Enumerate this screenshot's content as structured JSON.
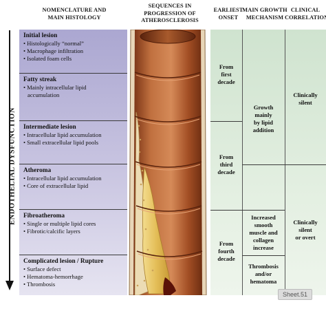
{
  "headers": {
    "nomenclature": [
      "NOMENCLATURE AND",
      "MAIN HISTOLOGY"
    ],
    "sequences": [
      "SEQUENCES IN",
      "PROGRESSION OF",
      "ATHEROSCLEROSIS"
    ],
    "onset": [
      "EARLIEST",
      "ONSET"
    ],
    "growth": [
      "MAIN GROWTH",
      "MECHANISM"
    ],
    "clinical": [
      "CLINICAL",
      "CORRELATION"
    ]
  },
  "side_label": "ENDOTHELIAL DYSFUNCTION",
  "stages": [
    {
      "title": "Initial lesion",
      "lines": [
        "• Histologically “normal”",
        "• Macrophage infiltration",
        "• Isolated foam cells"
      ]
    },
    {
      "title": "Fatty streak",
      "lines": [
        "• Mainly intracellular lipid",
        "accumulation"
      ]
    },
    {
      "title": "Intermediate lesion",
      "lines": [
        "• Intracellular lipid accumulation",
        "• Small extracellular lipid pools"
      ]
    },
    {
      "title": "Atheroma",
      "lines": [
        "• Intracellular lipid accumulation",
        "• Core of extracellular lipid"
      ]
    },
    {
      "title": "Fibroatheroma",
      "lines": [
        "• Single or multiple lipid cores",
        "• Fibrotic/calcific layers"
      ]
    },
    {
      "title": "Complicated lesion / Rupture",
      "lines": [
        "• Surface defect",
        "• Hematoma-hemorrhage",
        "• Thrombosis"
      ]
    }
  ],
  "onset": [
    [
      "From",
      "first",
      "decade"
    ],
    [
      "From",
      "third",
      "decade"
    ],
    [
      "From",
      "fourth",
      "decade"
    ]
  ],
  "growth": [
    [
      "Growth",
      "mainly",
      "by lipid",
      "addition"
    ],
    [
      "Increased",
      "smooth",
      "muscle and",
      "collagen",
      "increase"
    ],
    [
      "Thrombosis",
      "and/or",
      "hematoma"
    ]
  ],
  "clinical": [
    [
      "Clinically",
      "silent"
    ],
    [
      "Clinically",
      "silent",
      "or overt"
    ]
  ],
  "badge": "Sheet.51",
  "colors": {
    "left_panel_top": "#aba7d1",
    "left_panel_bottom": "#e6e4f1",
    "right_panel": "#d8e9d6",
    "artery_wall": "#b4633a",
    "lipid_core": "#e9c96a"
  },
  "icons": [
    "down-arrow-icon"
  ]
}
